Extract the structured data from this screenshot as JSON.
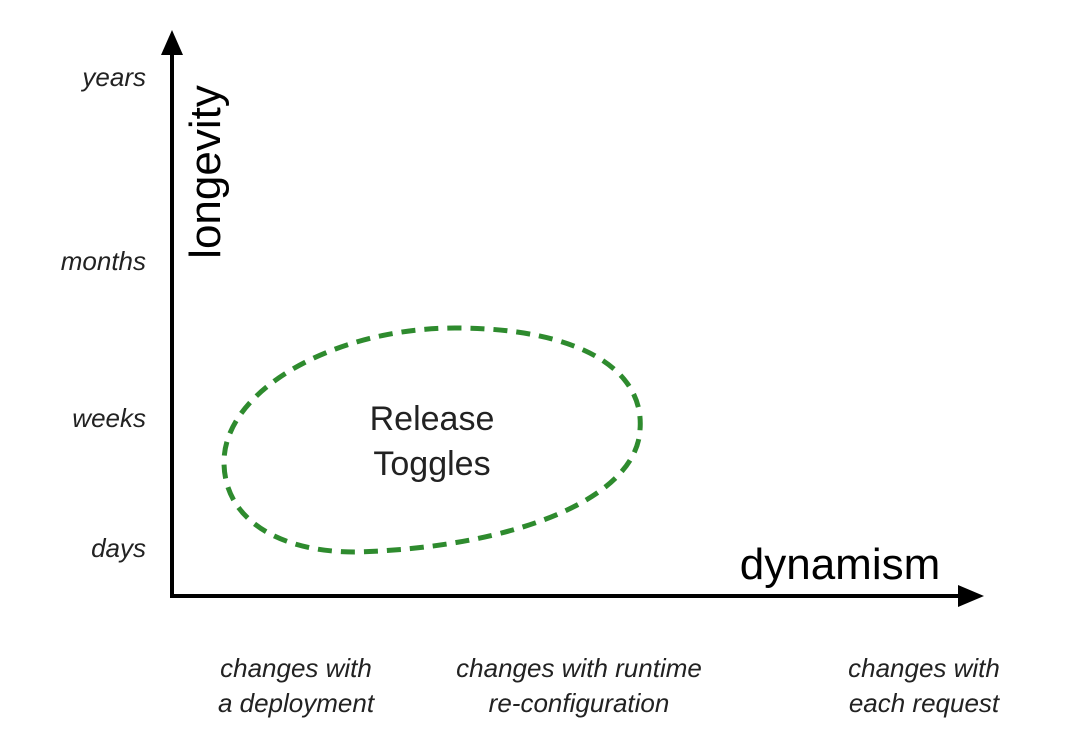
{
  "axes": {
    "y_title": "longevity",
    "x_title": "dynamism",
    "y_ticks": [
      "years",
      "months",
      "weeks",
      "days"
    ],
    "x_ticks": [
      [
        "changes with",
        "a deployment"
      ],
      [
        "changes with runtime",
        "re-configuration"
      ],
      [
        "changes with",
        "each request"
      ]
    ]
  },
  "region": {
    "label_line1": "Release",
    "label_line2": "Toggles",
    "color": "#2e8b2e",
    "style": "dashed"
  }
}
